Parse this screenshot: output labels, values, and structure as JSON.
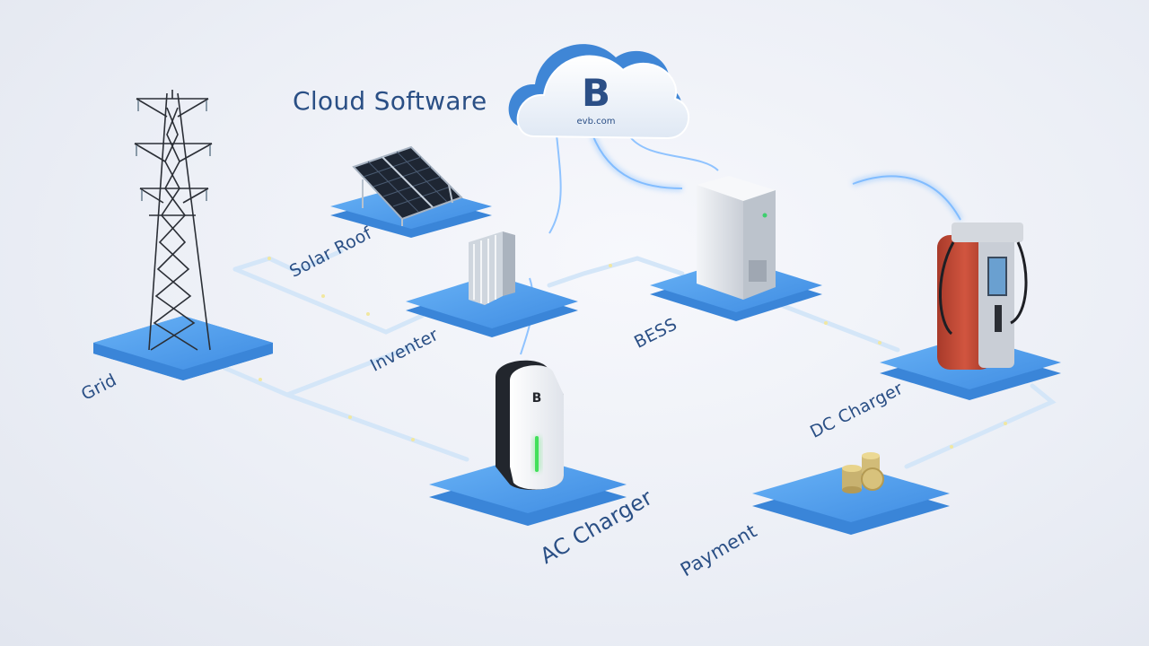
{
  "cloud": {
    "title": "Cloud Software",
    "logo_letter": "B",
    "domain": "evb.com"
  },
  "nodes": {
    "grid": "Grid",
    "solar": "Solar Roof",
    "inverter": "Inventer",
    "bess": "BESS",
    "dc_charger": "DC Charger",
    "ac_charger": "AC Charger",
    "payment": "Payment"
  },
  "charger_logo": "B",
  "colors": {
    "platform": "#4a97e8",
    "platform_top": "#5aa6f2",
    "label": "#2a4f85",
    "cable": "#cfe3f7",
    "glow": "#58a8ff",
    "dc_body": "#c84a36"
  }
}
